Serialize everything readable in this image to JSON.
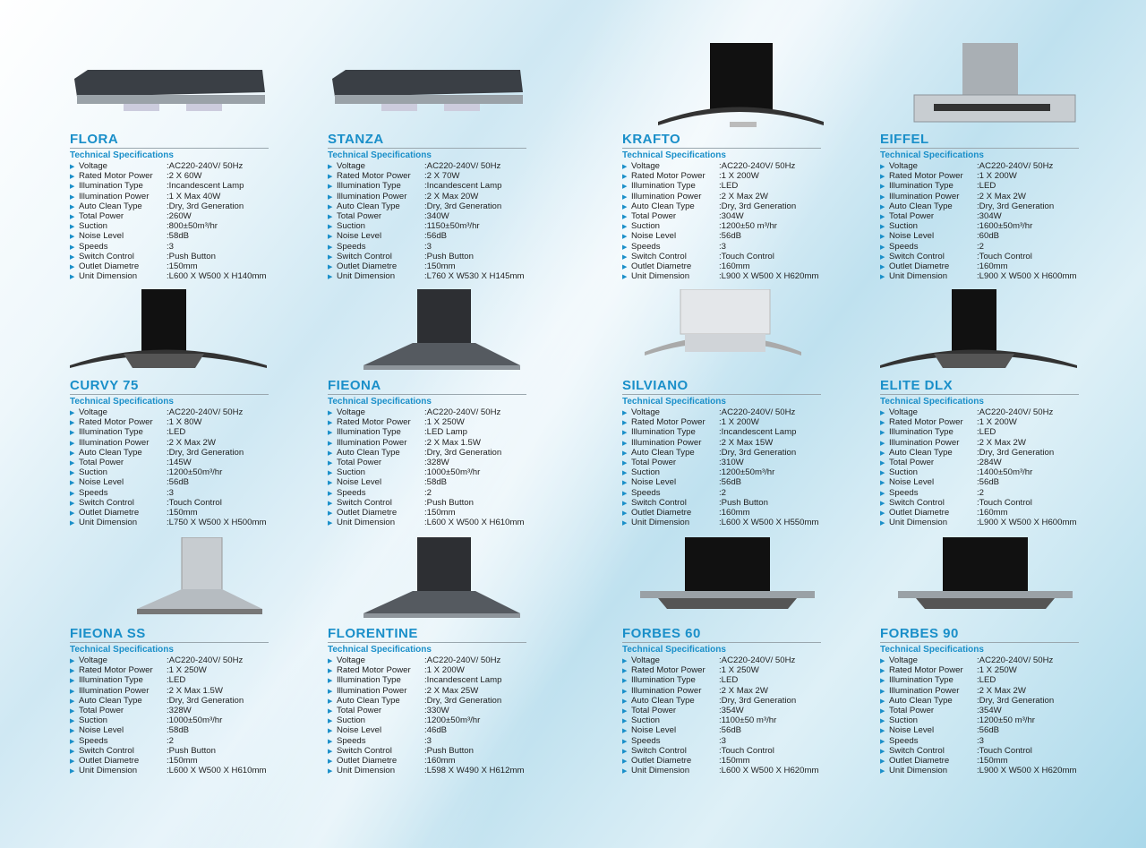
{
  "section_heading": "Technical Specifications",
  "spec_labels": [
    "Voltage",
    "Rated Motor Power",
    "Illumination Type",
    "Illumination Power",
    "Auto Clean Type",
    "Total Power",
    "Suction",
    "Noise Level",
    "Speeds",
    "Switch Control",
    "Outlet Diametre",
    "Unit Dimension"
  ],
  "colors": {
    "accent": "#1a8fc9",
    "text": "#222222"
  },
  "products": [
    {
      "name": "FLORA",
      "specs": [
        "AC220-240V/ 50Hz",
        "2 X 60W",
        "Incandescent Lamp",
        "1 X Max 40W",
        "Dry, 3rd Generation",
        "260W",
        "800±50m³/hr",
        "58dB",
        "3",
        "Push Button",
        "150mm",
        "L600 X W500 X H140mm"
      ]
    },
    {
      "name": "STANZA",
      "specs": [
        "AC220-240V/ 50Hz",
        "2 X 70W",
        "Incandescent Lamp",
        "2 X Max 20W",
        "Dry, 3rd Generation",
        "340W",
        "1150±50m³/hr",
        "56dB",
        "3",
        "Push Button",
        "150mm",
        "L760 X W530 X H145mm"
      ]
    },
    {
      "name": "KRAFTO",
      "specs": [
        "AC220-240V/ 50Hz",
        "1 X 200W",
        "LED",
        "2 X Max 2W",
        "Dry, 3rd Generation",
        "304W",
        "1200±50 m³/hr",
        "56dB",
        "3",
        "Touch Control",
        "160mm",
        "L900 X W500 X H620mm"
      ]
    },
    {
      "name": "EIFFEL",
      "specs": [
        "AC220-240V/ 50Hz",
        "1 X 200W",
        "LED",
        "2 X Max 2W",
        "Dry, 3rd Generation",
        "304W",
        "1600±50m³/hr",
        "60dB",
        "2",
        "Touch Control",
        "160mm",
        "L900 X W500 X H600mm"
      ]
    },
    {
      "name": "CURVY 75",
      "specs": [
        "AC220-240V/ 50Hz",
        "1 X 80W",
        "LED",
        "2 X Max 2W",
        "Dry, 3rd Generation",
        "145W",
        "1200±50m³/hr",
        "56dB",
        "3",
        "Touch Control",
        "150mm",
        "L750 X W500 X H500mm"
      ]
    },
    {
      "name": "FIEONA",
      "specs": [
        "AC220-240V/ 50Hz",
        "1 X 250W",
        "LED Lamp",
        "2 X Max 1.5W",
        "Dry, 3rd Generation",
        "328W",
        "1000±50m³/hr",
        "58dB",
        "2",
        "Push Button",
        "150mm",
        "L600 X W500 X H610mm"
      ]
    },
    {
      "name": "SILVIANO",
      "specs": [
        "AC220-240V/ 50Hz",
        "1 X 200W",
        "Incandescent Lamp",
        "2 X Max 15W",
        "Dry, 3rd Generation",
        "310W",
        "1200±50m³/hr",
        "56dB",
        "2",
        "Push Button",
        "160mm",
        "L600 X W500 X H550mm"
      ]
    },
    {
      "name": "ELITE DLX",
      "specs": [
        "AC220-240V/ 50Hz",
        "1 X 200W",
        "LED",
        "2 X Max 2W",
        "Dry, 3rd Generation",
        "284W",
        "1400±50m³/hr",
        "56dB",
        "2",
        "Touch Control",
        "160mm",
        "L900 X W500 X H600mm"
      ]
    },
    {
      "name": "FIEONA SS",
      "specs": [
        "AC220-240V/ 50Hz",
        "1 X 250W",
        "LED",
        "2 X Max 1.5W",
        "Dry, 3rd Generation",
        "328W",
        "1000±50m³/hr",
        "58dB",
        "2",
        "Push Button",
        "150mm",
        "L600 X W500 X H610mm"
      ]
    },
    {
      "name": "FLORENTINE",
      "specs": [
        "AC220-240V/ 50Hz",
        "1 X 200W",
        "Incandescent Lamp",
        "2 X Max 25W",
        "Dry, 3rd Generation",
        "330W",
        "1200±50m³/hr",
        "46dB",
        "3",
        "Push Button",
        "160mm",
        "L598 X W490 X H612mm"
      ]
    },
    {
      "name": "FORBES 60",
      "specs": [
        "AC220-240V/ 50Hz",
        "1 X 250W",
        "LED",
        "2 X Max 2W",
        "Dry, 3rd Generation",
        "354W",
        "1100±50 m³/hr",
        "56dB",
        "3",
        "Touch Control",
        "150mm",
        "L600 X W500 X H620mm"
      ]
    },
    {
      "name": "FORBES 90",
      "specs": [
        "AC220-240V/ 50Hz",
        "1 X 250W",
        "LED",
        "2 X Max 2W",
        "Dry, 3rd Generation",
        "354W",
        "1200±50 m³/hr",
        "56dB",
        "3",
        "Touch Control",
        "150mm",
        "L900 X W500 X H620mm"
      ]
    }
  ]
}
